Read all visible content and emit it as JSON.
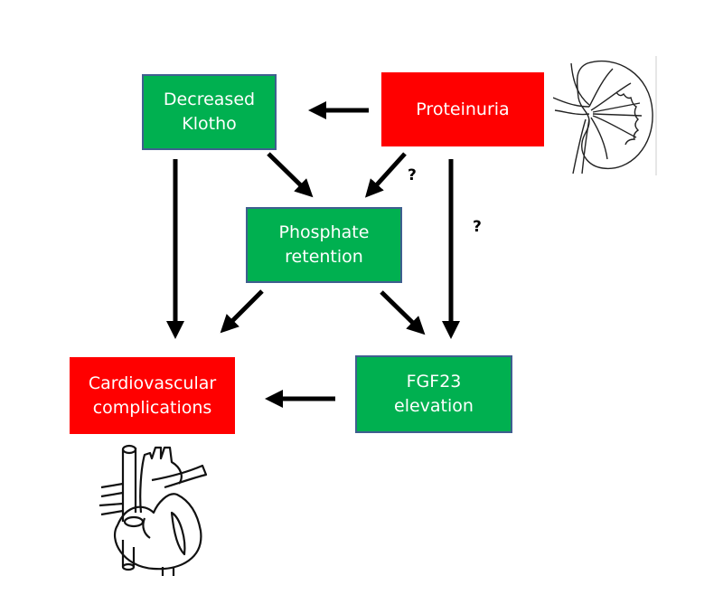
{
  "nodes": {
    "decreased_klotho": {
      "line1": "Decreased",
      "line2": "Klotho",
      "color": "#00b050"
    },
    "proteinuria": {
      "line1": "Proteinuria",
      "color": "#ff0000"
    },
    "phosphate_retention": {
      "line1": "Phosphate",
      "line2": "retention",
      "color": "#00b050"
    },
    "cardiovascular": {
      "line1": "Cardiovascular",
      "line2": "complications",
      "color": "#ff0000"
    },
    "fgf23": {
      "line1": "FGF23",
      "line2": "elevation",
      "color": "#00b050"
    }
  },
  "edges": [
    {
      "from": "proteinuria",
      "to": "decreased_klotho",
      "label": ""
    },
    {
      "from": "decreased_klotho",
      "to": "phosphate_retention",
      "label": ""
    },
    {
      "from": "proteinuria",
      "to": "phosphate_retention",
      "label": "?"
    },
    {
      "from": "proteinuria",
      "to": "fgf23",
      "label": "?"
    },
    {
      "from": "decreased_klotho",
      "to": "cardiovascular",
      "label": ""
    },
    {
      "from": "phosphate_retention",
      "to": "cardiovascular",
      "label": ""
    },
    {
      "from": "phosphate_retention",
      "to": "fgf23",
      "label": ""
    },
    {
      "from": "fgf23",
      "to": "cardiovascular",
      "label": ""
    }
  ],
  "labels": {
    "q_phosphate": "?",
    "q_fgf23": "?"
  },
  "illustrations": {
    "kidney": "kidney-illustration",
    "heart": "heart-illustration"
  }
}
